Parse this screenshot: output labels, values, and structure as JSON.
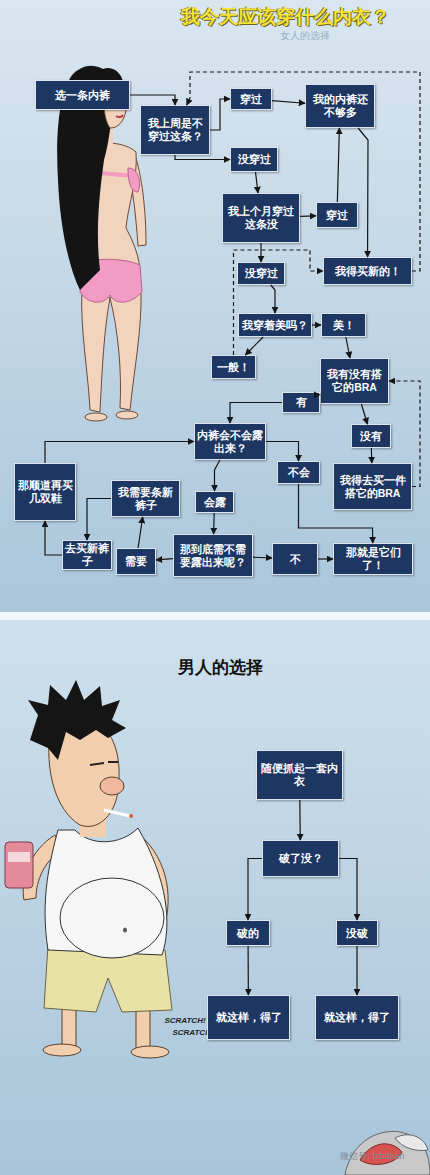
{
  "diagram": {
    "title": "我今天应该穿什么内衣？",
    "nodes": [
      {
        "text": [
          "选一条内裤"
        ]
      },
      {
        "text": [
          "我上周是不穿过这条？"
        ]
      },
      {
        "text": [
          "穿过"
        ]
      },
      {
        "text": [
          "我的内裤还不够多"
        ]
      },
      {
        "text": [
          "没穿过"
        ]
      },
      {
        "text": [
          "我上个月穿过这条没"
        ]
      },
      {
        "text": [
          "穿过"
        ]
      },
      {
        "text": [
          "没穿过"
        ]
      },
      {
        "text": [
          "我得买新的！"
        ]
      },
      {
        "text": [
          "我穿着美吗？"
        ]
      },
      {
        "text": [
          "美！"
        ]
      },
      {
        "text": [
          "一般！"
        ]
      },
      {
        "text": [
          "我有没有搭它的BRA"
        ]
      },
      {
        "text": [
          "有"
        ]
      },
      {
        "text": [
          "内裤会不会露出来？"
        ]
      },
      {
        "text": [
          "没有"
        ]
      },
      {
        "text": [
          "不会"
        ]
      },
      {
        "text": [
          "我得去买一件搭它的BRA"
        ]
      },
      {
        "text": [
          "那顺道再买几双鞋"
        ]
      },
      {
        "text": [
          "我需要条新裤子"
        ]
      },
      {
        "text": [
          "会露"
        ]
      },
      {
        "text": [
          "去买新裤子"
        ]
      },
      {
        "text": [
          "需要"
        ]
      },
      {
        "text": [
          "那到底需不需要露出来呢？"
        ]
      },
      {
        "text": [
          "不"
        ]
      },
      {
        "text": [
          "那就是它们了！"
        ]
      },
      {
        "text": [
          "随便抓起一套内衣"
        ]
      },
      {
        "text": [
          "破了没？"
        ]
      },
      {
        "text": [
          "破的"
        ]
      },
      {
        "text": [
          "没破"
        ]
      },
      {
        "text": [
          "就这样，得了"
        ]
      },
      {
        "text": [
          "就这样，得了"
        ]
      }
    ],
    "edges": [
      {
        "from": 0,
        "to": 1,
        "arrow": "to"
      },
      {
        "from": 1,
        "to": 2,
        "arrow": "to"
      },
      {
        "from": 1,
        "to": 4,
        "arrow": "to"
      },
      {
        "from": 2,
        "to": 3,
        "arrow": "to"
      },
      {
        "from": 3,
        "to": 8,
        "arrow": "to"
      },
      {
        "from": 6,
        "to": 3,
        "arrow": "to"
      },
      {
        "from": 4,
        "to": 5,
        "arrow": "to"
      },
      {
        "from": 5,
        "to": 6,
        "arrow": "to"
      },
      {
        "from": 5,
        "to": 7,
        "arrow": "to"
      },
      {
        "from": 7,
        "to": 9,
        "arrow": "to"
      },
      {
        "from": 8,
        "to": 1,
        "arrow": "to"
      },
      {
        "from": 11,
        "to": 8,
        "arrow": "to"
      },
      {
        "from": 9,
        "to": 10,
        "arrow": "to"
      },
      {
        "from": 9,
        "to": 11,
        "arrow": "to"
      },
      {
        "from": 10,
        "to": 12,
        "arrow": "to"
      },
      {
        "from": 12,
        "to": 13,
        "arrow": "to"
      },
      {
        "from": 12,
        "to": 15,
        "arrow": "to"
      },
      {
        "from": 13,
        "to": 14,
        "arrow": "to"
      },
      {
        "from": 15,
        "to": 17,
        "arrow": "to"
      },
      {
        "from": 17,
        "to": 12,
        "arrow": "to"
      },
      {
        "from": 14,
        "to": 16,
        "arrow": "to"
      },
      {
        "from": 14,
        "to": 20,
        "arrow": "to"
      },
      {
        "from": 16,
        "to": 25,
        "arrow": "to"
      },
      {
        "from": 20,
        "to": 23,
        "arrow": "to"
      },
      {
        "from": 23,
        "to": 22,
        "arrow": "to"
      },
      {
        "from": 22,
        "to": 19,
        "arrow": "to"
      },
      {
        "from": 19,
        "to": 21,
        "arrow": "to"
      },
      {
        "from": 21,
        "to": 18,
        "arrow": "to"
      },
      {
        "from": 18,
        "to": 14,
        "arrow": "to"
      },
      {
        "from": 23,
        "to": 24,
        "arrow": "to"
      },
      {
        "from": 24,
        "to": 25,
        "arrow": "to"
      },
      {
        "from": 26,
        "to": 27,
        "arrow": "to"
      },
      {
        "from": 27,
        "to": 28,
        "arrow": "to"
      },
      {
        "from": 27,
        "to": 29,
        "arrow": "to"
      },
      {
        "from": 28,
        "to": 30,
        "arrow": "to"
      },
      {
        "from": 29,
        "to": 31,
        "arrow": "to"
      }
    ],
    "labels": [
      "女人的选择",
      "男人的选择",
      "SCRATCH!",
      "SCRATCH!",
      "微信号: fzhdoan"
    ]
  }
}
